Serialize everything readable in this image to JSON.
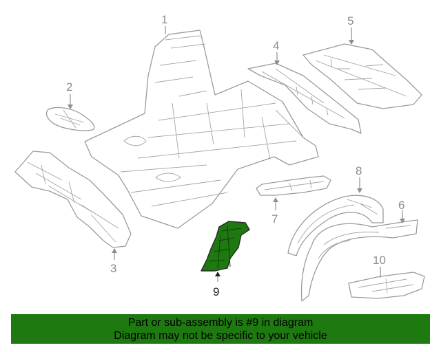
{
  "callouts": {
    "c1": "1",
    "c2": "2",
    "c3": "3",
    "c4": "4",
    "c5": "5",
    "c6": "6",
    "c7": "7",
    "c8": "8",
    "c9": "9",
    "c10": "10"
  },
  "highlighted_part": "9",
  "colors": {
    "highlight": "#1e7a10",
    "banner_bg": "#1e7a10",
    "line_art": "#9a9a9a"
  },
  "banner": {
    "line1": "Part or sub-assembly is #9 in diagram",
    "line2": "Diagram may not be specific to your vehicle"
  }
}
